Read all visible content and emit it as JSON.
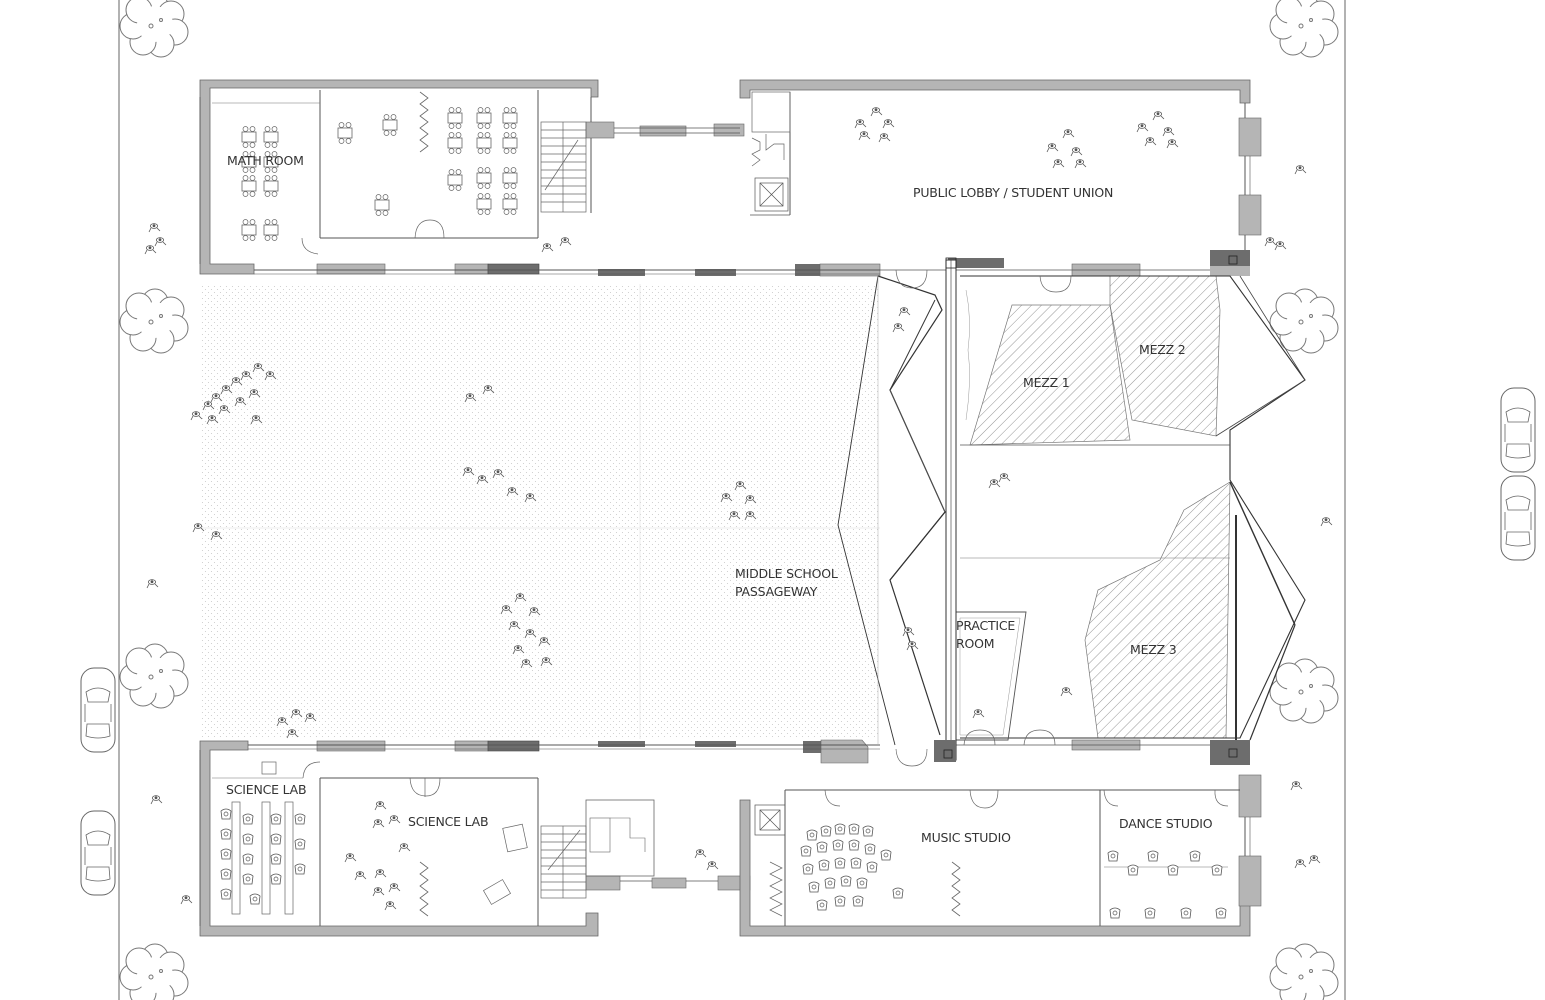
{
  "plan": {
    "rooms": {
      "math_room": "MATH ROOM",
      "public_lobby": "PUBLIC LOBBY / STUDENT UNION",
      "mezz_1": "MEZZ 1",
      "mezz_2": "MEZZ 2",
      "mezz_3": "MEZZ 3",
      "passageway_line1": "MIDDLE SCHOOL",
      "passageway_line2": "PASSAGEWAY",
      "practice_line1": "PRACTICE",
      "practice_line2": "ROOM",
      "science_lab_small": "SCIENCE LAB",
      "science_lab_large": "SCIENCE LAB",
      "music_studio": "MUSIC STUDIO",
      "dance_studio": "DANCE STUDIO"
    },
    "colors": {
      "wall": "#b5b5b5",
      "wall_dark": "#6d6d6d",
      "line": "#555555",
      "hatch": "#888888",
      "dots": "#cfcfcf",
      "text": "#333333"
    },
    "icons": [
      "tree-icon",
      "car-icon",
      "person-icon",
      "desk-icon",
      "chair-icon",
      "stair-icon",
      "elevator-icon"
    ]
  }
}
